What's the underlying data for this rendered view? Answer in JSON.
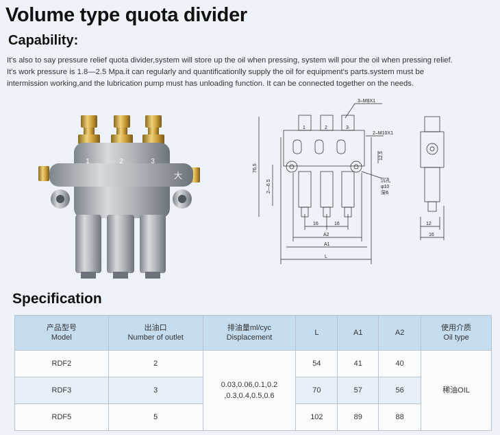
{
  "title": "Volume type quota divider",
  "capability": {
    "heading": "Capability:",
    "lines": [
      "It's also to say pressure relief quota divider,system will store up the oil when pressing, system will pour the oil when pressing relief.",
      "It's work pressure is 1.8—2.5 Mpa.it can regularly and quantificationlly supply the oil for equipment's parts.system must be",
      "intermission working,and the lubrication pump must has unloading function. It can be connected together on the needs."
    ]
  },
  "photo": {
    "outlets": [
      "1",
      "2",
      "3"
    ],
    "body_mark": "大"
  },
  "drawing": {
    "thread_top": "3–M8X1",
    "thread_side": "2–M10X1",
    "outlet_nums": [
      "1",
      "2",
      "3"
    ],
    "height_total": "76.5",
    "height_part": "2—6.5",
    "dim_12_5": "12.5",
    "sink_label": "沉孔",
    "sink_dia": "φ10",
    "sink_depth": "深6",
    "pitch_a": "16",
    "pitch_b": "16",
    "a2": "A2",
    "a1": "A1",
    "l": "L",
    "side_12": "12",
    "side_16": "16"
  },
  "specification": {
    "heading": "Specification",
    "columns": [
      {
        "cn": "产品型号",
        "en": "Model"
      },
      {
        "cn": "出油口",
        "en": "Number of outlet"
      },
      {
        "cn": "排油量ml/cyc",
        "en": "Displacement"
      },
      {
        "cn": "",
        "en": "L"
      },
      {
        "cn": "",
        "en": "A1"
      },
      {
        "cn": "",
        "en": "A2"
      },
      {
        "cn": "使用介质",
        "en": "Oil type"
      }
    ],
    "displacement": [
      "0.03,0.06,0.1,0.2",
      ",0.3,0.4,0.5,0.6"
    ],
    "oil": "稀油OIL",
    "rows": [
      {
        "model": "RDF2",
        "outlets": "2",
        "L": "54",
        "A1": "41",
        "A2": "40"
      },
      {
        "model": "RDF3",
        "outlets": "3",
        "L": "70",
        "A1": "57",
        "A2": "56"
      },
      {
        "model": "RDF5",
        "outlets": "5",
        "L": "102",
        "A1": "89",
        "A2": "88"
      }
    ]
  }
}
